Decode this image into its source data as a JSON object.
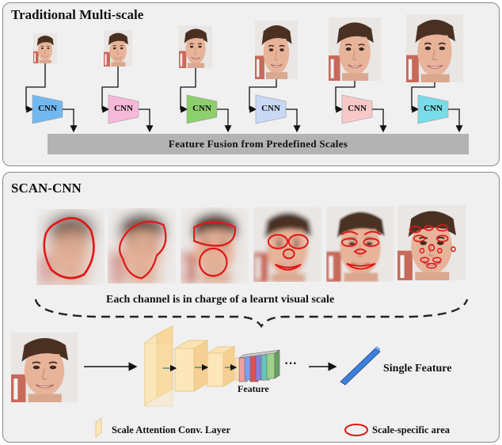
{
  "top_panel": {
    "title": "Traditional Multi-scale",
    "cnn_label": "CNN",
    "cnn_colors": [
      "#72b8f0",
      "#f5b8d8",
      "#8ccf6c",
      "#c8d8f5",
      "#f8c8c8",
      "#78dde8"
    ],
    "fusion_label": "Feature Fusion from Predefined Scales"
  },
  "bottom_panel": {
    "title": "SCAN-CNN",
    "caption": "Each channel is in charge of a learnt visual scale",
    "feature_label": "Feature",
    "ellipsis": "···",
    "single_feature_label": "Single Feature",
    "legend": {
      "layer_label": "Scale Attention Conv. Layer",
      "area_label": "Scale-specific area"
    }
  },
  "colors": {
    "highlight_red": "#e01818",
    "panel_bg": "#f0f0f0",
    "layer_fill": "#fbe3b4",
    "single_feature_fill": "#3f7fdc"
  }
}
